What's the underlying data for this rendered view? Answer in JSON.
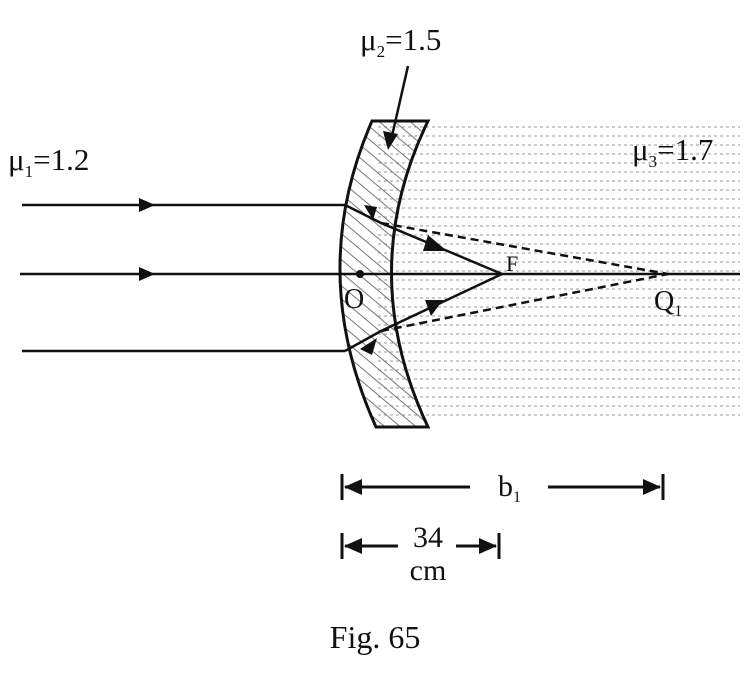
{
  "labels": {
    "mu1": {
      "sym": "μ",
      "sub": "1",
      "val": "=1.2"
    },
    "mu2": {
      "sym": "μ",
      "sub": "2",
      "val": "=1.5"
    },
    "mu3": {
      "sym": "μ",
      "sub": "3",
      "val": "=1.7"
    },
    "point_o": "O",
    "point_f": "F",
    "point_q": {
      "sym": "Q",
      "sub": "1"
    },
    "dim_b": {
      "sym": "b",
      "sub": "1"
    },
    "dim_34_num": "34",
    "dim_34_unit": "cm",
    "caption": "Fig. 65"
  }
}
